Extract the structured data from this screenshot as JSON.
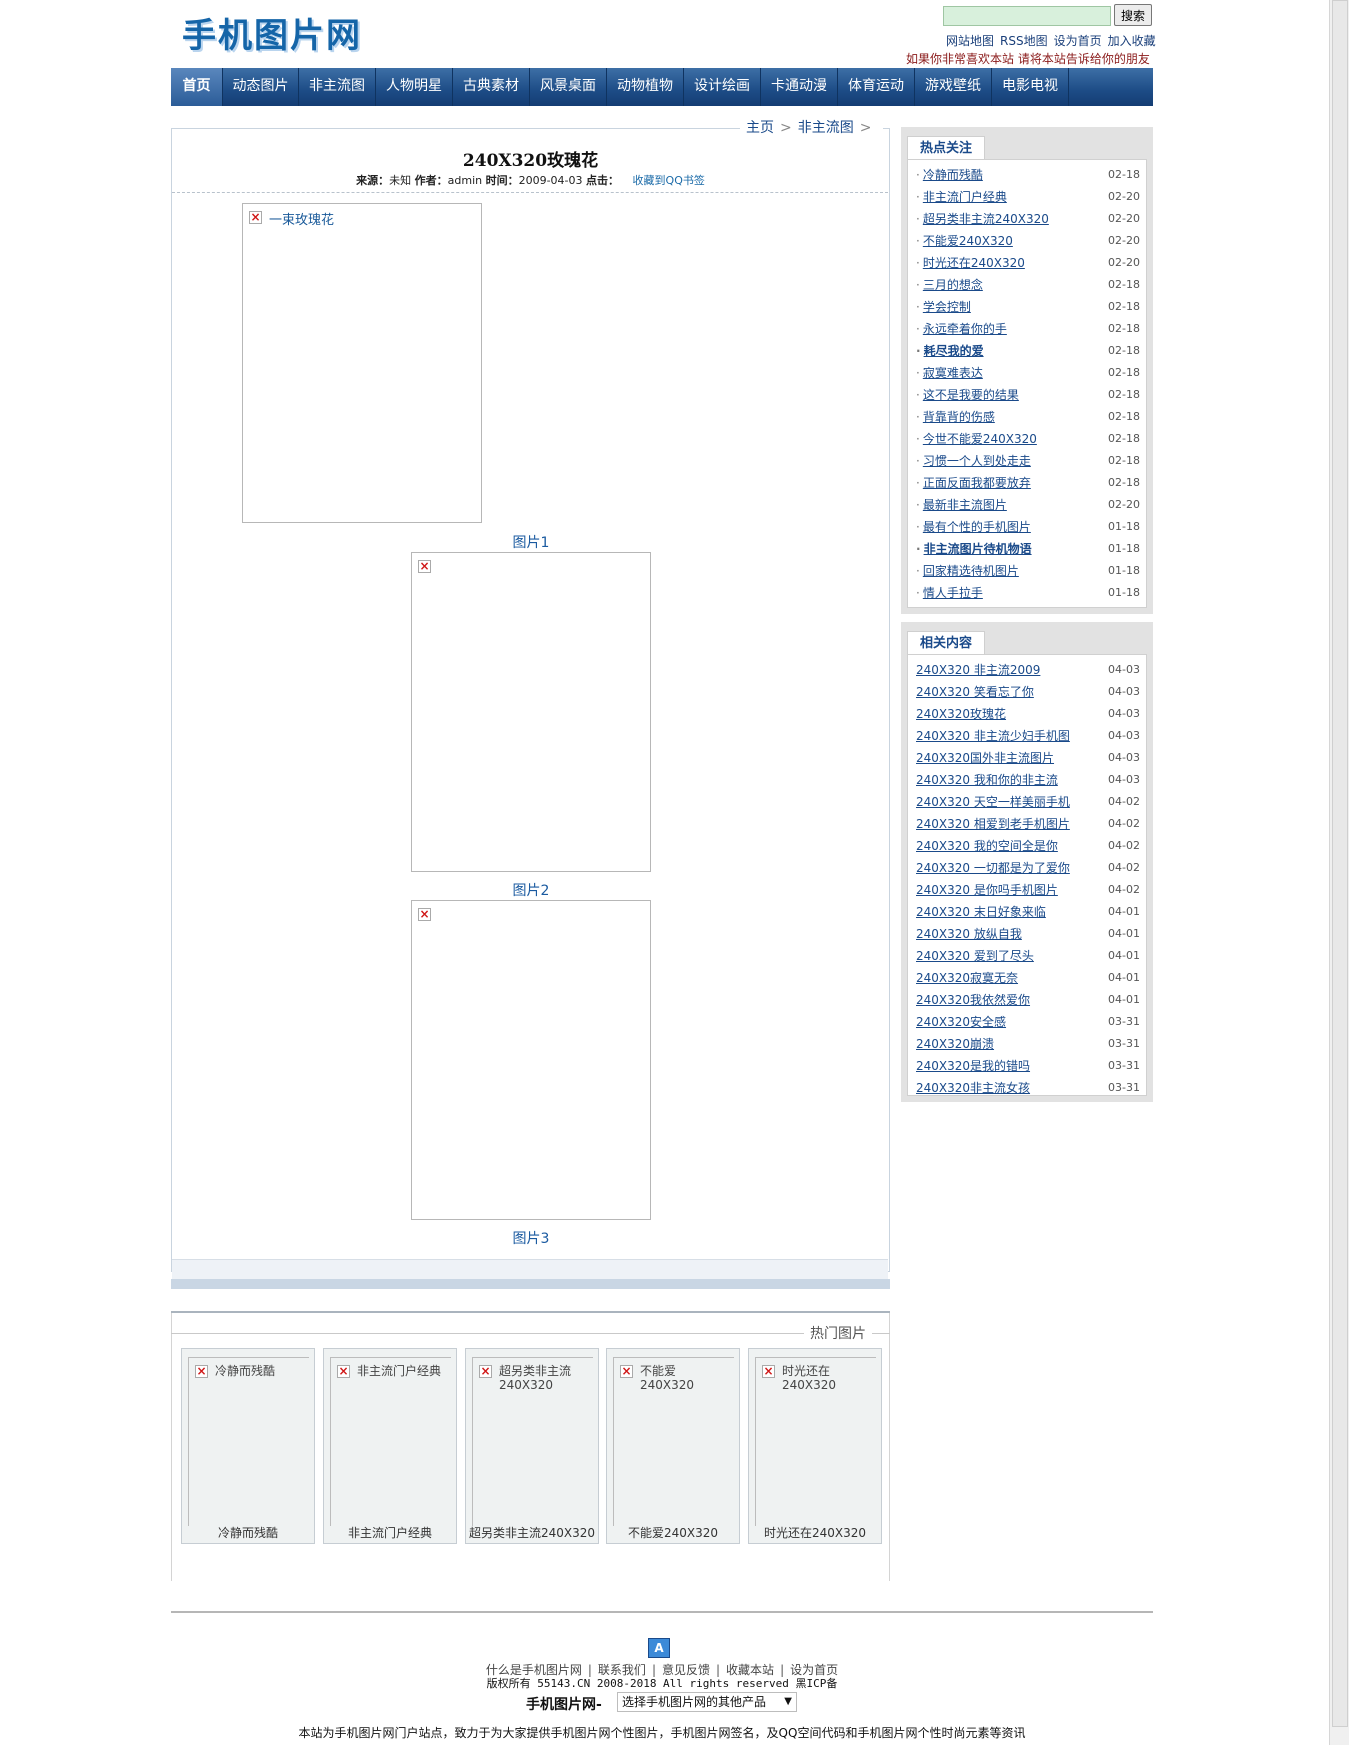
{
  "header": {
    "logo": "手机图片网",
    "search_placeholder": "",
    "search_button": "搜索",
    "top_links": [
      "网站地图",
      "RSS地图",
      "设为首页",
      "加入收藏"
    ],
    "note": "如果你非常喜欢本站 请将本站告诉给你的朋友"
  },
  "nav": {
    "items": [
      "首页",
      "动态图片",
      "非主流图",
      "人物明星",
      "古典素材",
      "风景桌面",
      "动物植物",
      "设计绘画",
      "卡通动漫",
      "体育运动",
      "游戏壁纸",
      "电影电视"
    ]
  },
  "breadcrumb": {
    "home": "主页",
    "sep": ">",
    "section": "非主流图"
  },
  "article": {
    "title": "240X320玫瑰花",
    "source_label": "来源：",
    "source": "未知",
    "author_label": "作者：",
    "author": "admin",
    "time_label": "时间：",
    "time": "2009-04-03",
    "clicks_label": "点击：",
    "bookmark": "收藏到QQ书签",
    "image1_alt": "一束玫瑰花",
    "captions": [
      "图片1",
      "图片2",
      "图片3"
    ]
  },
  "sidebar": {
    "hot_title": "热点关注",
    "hot": [
      {
        "title": "冷静而残酷",
        "date": "02-18"
      },
      {
        "title": "非主流门户经典",
        "date": "02-20"
      },
      {
        "title": "超另类非主流240X320",
        "date": "02-20"
      },
      {
        "title": "不能爱240X320",
        "date": "02-20"
      },
      {
        "title": "时光还在240X320",
        "date": "02-20"
      },
      {
        "title": "三月的想念",
        "date": "02-18"
      },
      {
        "title": "学会控制",
        "date": "02-18"
      },
      {
        "title": "永远牵着你的手",
        "date": "02-18"
      },
      {
        "title": "耗尽我的爱",
        "date": "02-18"
      },
      {
        "title": "寂寞难表达",
        "date": "02-18"
      },
      {
        "title": "这不是我要的结果",
        "date": "02-18"
      },
      {
        "title": "背靠背的伤感",
        "date": "02-18"
      },
      {
        "title": "今世不能爱240X320",
        "date": "02-18"
      },
      {
        "title": "习惯一个人到处走走",
        "date": "02-18"
      },
      {
        "title": "正面反面我都要放弃",
        "date": "02-18"
      },
      {
        "title": "最新非主流图片",
        "date": "02-20"
      },
      {
        "title": "最有个性的手机图片",
        "date": "01-18"
      },
      {
        "title": "非主流图片待机物语",
        "date": "01-18"
      },
      {
        "title": "回家精选待机图片",
        "date": "01-18"
      },
      {
        "title": "情人手拉手",
        "date": "01-18"
      }
    ],
    "related_title": "相关内容",
    "related": [
      {
        "title": "240X320 非主流2009",
        "date": "04-03"
      },
      {
        "title": "240X320 笑看忘了你",
        "date": "04-03"
      },
      {
        "title": "240X320玫瑰花",
        "date": "04-03"
      },
      {
        "title": "240X320 非主流少妇手机图",
        "date": "04-03"
      },
      {
        "title": "240X320国外非主流图片",
        "date": "04-03"
      },
      {
        "title": "240X320 我和你的非主流",
        "date": "04-03"
      },
      {
        "title": "240X320 天空一样美丽手机",
        "date": "04-02"
      },
      {
        "title": "240X320 相爱到老手机图片",
        "date": "04-02"
      },
      {
        "title": "240X320 我的空间全是你",
        "date": "04-02"
      },
      {
        "title": "240X320 一切都是为了爱你",
        "date": "04-02"
      },
      {
        "title": "240X320 是你吗手机图片",
        "date": "04-02"
      },
      {
        "title": "240X320 末日好象来临",
        "date": "04-01"
      },
      {
        "title": "240X320 放纵自我",
        "date": "04-01"
      },
      {
        "title": "240X320 爱到了尽头",
        "date": "04-01"
      },
      {
        "title": "240X320寂寞无奈",
        "date": "04-01"
      },
      {
        "title": "240X320我依然爱你",
        "date": "04-01"
      },
      {
        "title": "240X320安全感",
        "date": "03-31"
      },
      {
        "title": "240X320崩溃",
        "date": "03-31"
      },
      {
        "title": "240X320是我的错吗",
        "date": "03-31"
      },
      {
        "title": "240X320非主流女孩",
        "date": "03-31"
      }
    ]
  },
  "hot_pictures": {
    "title": "热门图片",
    "items": [
      {
        "alt": "冷静而残酷",
        "caption": "冷静而残酷"
      },
      {
        "alt": "非主流门户经典",
        "caption": "非主流门户经典"
      },
      {
        "alt": "超另类非主流240X320",
        "caption": "超另类非主流240X320"
      },
      {
        "alt": "不能爱240X320",
        "caption": "不能爱240X320"
      },
      {
        "alt": "时光还在240X320",
        "caption": "时光还在240X320"
      }
    ]
  },
  "footer": {
    "logo_letter": "A",
    "links": [
      "什么是手机图片网",
      "联系我们",
      "意见反馈",
      "收藏本站",
      "设为首页"
    ],
    "copyright": "版权所有 55143.CN 2008-2018 All rights reserved 黑ICP备",
    "brand": "手机图片网-",
    "select_value": "选择手机图片网的其他产品",
    "description": "本站为手机图片网门户站点，致力于为大家提供手机图片网个性图片，手机图片网签名，及QQ空间代码和手机图片网个性时尚元素等资讯"
  },
  "colors": {
    "nav_bg": "#1d4c86",
    "link": "#1a4a8a",
    "note_red": "#8a1a1a"
  }
}
